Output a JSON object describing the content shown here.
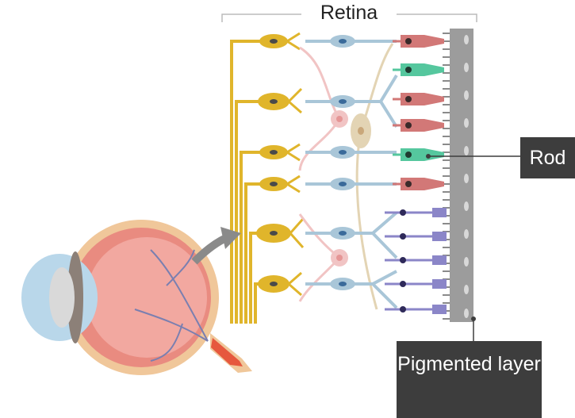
{
  "title": "Retina",
  "labels": {
    "rod": "Rod",
    "pigmented_layer": "Pigmented layer"
  },
  "colors": {
    "ganglion": "#e0b52b",
    "bipolar": "#a9c6d8",
    "horizontal": "#f1c4c4",
    "amacrine": "#e3d4b4",
    "cone": "#d27877",
    "rod_highlight": "#55c79e",
    "rod_other": "#8b86c8",
    "pigment": "#9c9c9c",
    "callout_bg": "#3d3d3d"
  }
}
